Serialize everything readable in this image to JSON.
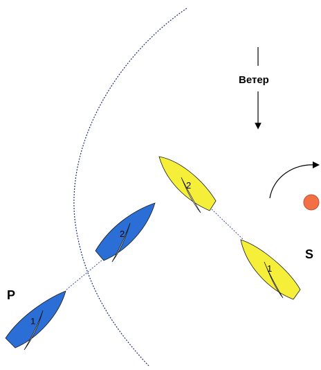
{
  "wind": {
    "label": "Ветер"
  },
  "labels": {
    "left": "P",
    "right": "S"
  },
  "boats": [
    {
      "group": "blue",
      "number": "1",
      "color": "#2b6fd6"
    },
    {
      "group": "blue",
      "number": "2",
      "color": "#2b6fd6"
    },
    {
      "group": "yellow",
      "number": "2",
      "color": "#f5ef3a"
    },
    {
      "group": "yellow",
      "number": "1",
      "color": "#f5ef3a"
    }
  ],
  "mark": {
    "color": "#f36f45"
  },
  "colors": {
    "zone_line": "#1f2a7a",
    "link_line": "#3a4fa8",
    "outline": "#1a1a1a"
  }
}
